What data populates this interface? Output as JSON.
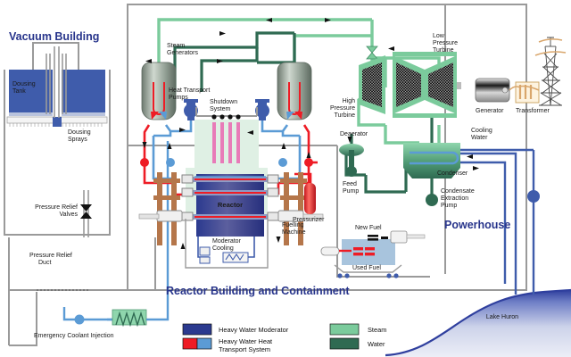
{
  "diagram": {
    "titles": {
      "vacuum_building": "Vacuum Building",
      "reactor_building": "Reactor Building and Containment",
      "powerhouse": "Powerhouse"
    },
    "labels": {
      "dousing_tank": "Dousing\nTank",
      "dousing_tank_l1": "Dousing",
      "dousing_tank_l2": "Tank",
      "dousing_sprays_l1": "Dousing",
      "dousing_sprays_l2": "Sprays",
      "pressure_relief_valves_l1": "Pressure Relief",
      "pressure_relief_valves_l2": "Valves",
      "pressure_relief_duct_l1": "Pressure Relief",
      "pressure_relief_duct_l2": "Duct",
      "emergency_coolant_injection": "Emergency Coolant Injection",
      "steam_generators_l1": "Steam",
      "steam_generators_l2": "Generators",
      "heat_transport_pumps_l1": "Heat Transport",
      "heat_transport_pumps_l2": "Pumps",
      "shutdown_system_l1": "Shutdown",
      "shutdown_system_l2": "System",
      "reactor": "Reactor",
      "pressurizer": "Pressurizer",
      "fuelling_machine_l1": "Fuelling",
      "fuelling_machine_l2": "Machine",
      "moderator_cooling_l1": "Moderator",
      "moderator_cooling_l2": "Cooling",
      "high_pressure_turbine_l1": "High",
      "high_pressure_turbine_l2": "Pressure",
      "high_pressure_turbine_l3": "Turbine",
      "low_pressure_turbine_l1": "Low",
      "low_pressure_turbine_l2": "Pressure",
      "low_pressure_turbine_l3": "Turbine",
      "generator": "Generator",
      "transformer": "Transformer",
      "deaerator": "Deaerator",
      "feed_pump_l1": "Feed",
      "feed_pump_l2": "Pump",
      "condenser": "Condenser",
      "condensate_extraction_pump_l1": "Condensate",
      "condensate_extraction_pump_l2": "Extraction",
      "condensate_extraction_pump_l3": "Pump",
      "cooling_water_l1": "Cooling",
      "cooling_water_l2": "Water",
      "new_fuel": "New Fuel",
      "used_fuel": "Used Fuel",
      "lake_huron": "Lake Huron"
    },
    "legend": [
      {
        "label_l1": "Heavy Water Moderator",
        "label_l2": "",
        "swatch": "moderator",
        "color": "#2b3a8f",
        "color2": ""
      },
      {
        "label_l1": "Heavy Water Heat",
        "label_l2": "Transport System",
        "swatch": "split",
        "color": "#ee1c25",
        "color2": "#5b9bd5"
      },
      {
        "label_l1": "Steam",
        "label_l2": "",
        "swatch": "steam",
        "color": "#7bcb9c",
        "color2": ""
      },
      {
        "label_l1": "Water",
        "label_l2": "",
        "swatch": "water",
        "color": "#2f6a52",
        "color2": ""
      }
    ],
    "colors": {
      "title_blue": "#27348b",
      "steam_green": "#7bcb9c",
      "water_green": "#2f6a52",
      "hot_red": "#ee1c25",
      "cold_blue": "#5b9bd5",
      "moderator_blue": "#2b3a8f",
      "lake_blue": "#2f3f9e",
      "wall_gray": "#9a9a9a",
      "fuel_pool": "#a8c4dd",
      "shutdown_pink": "#e87bb8",
      "tower_tan": "#d9a66c"
    }
  }
}
